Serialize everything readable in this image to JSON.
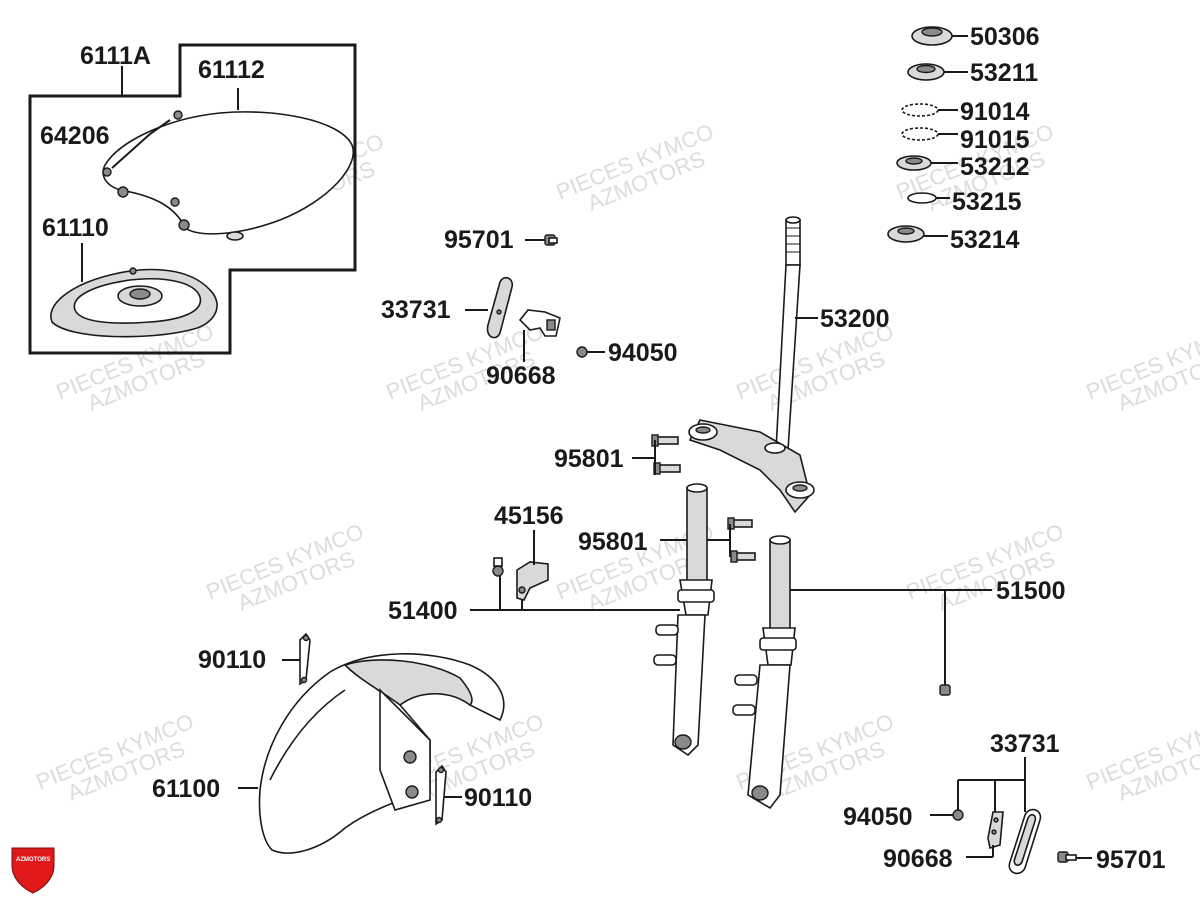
{
  "diagram": {
    "labels": {
      "box_group": "6111A",
      "seat_cover": "61112",
      "grommet": "64206",
      "seat_pan": "61110",
      "bolt_top_left": "95701",
      "reflector_left": "33731",
      "bracket_left": "90668",
      "nut_left": "94050",
      "top_nut": "50306",
      "lock_nut": "53211",
      "bearing_upper": "91014",
      "bearing_lower": "91015",
      "race_upper": "53212",
      "washer_ring": "53215",
      "race_lower": "53214",
      "steering_stem": "53200",
      "clamp_bolts_upper": "95801",
      "clamp_bolts_lower": "95801",
      "hose_clip": "45156",
      "fork_left": "51400",
      "fork_right": "51500",
      "fender_clips_upper": "90110",
      "fender_clips_lower": "90110",
      "front_fender": "61100",
      "reflector_right": "33731",
      "nut_right": "94050",
      "bracket_right": "90668",
      "bolt_bottom_right": "95701"
    },
    "watermark": {
      "line1": "PIECES KYMCO",
      "line2": "AZMOTORS"
    },
    "logo": {
      "text": "AZMOTORS",
      "color": "#e0191b"
    }
  }
}
